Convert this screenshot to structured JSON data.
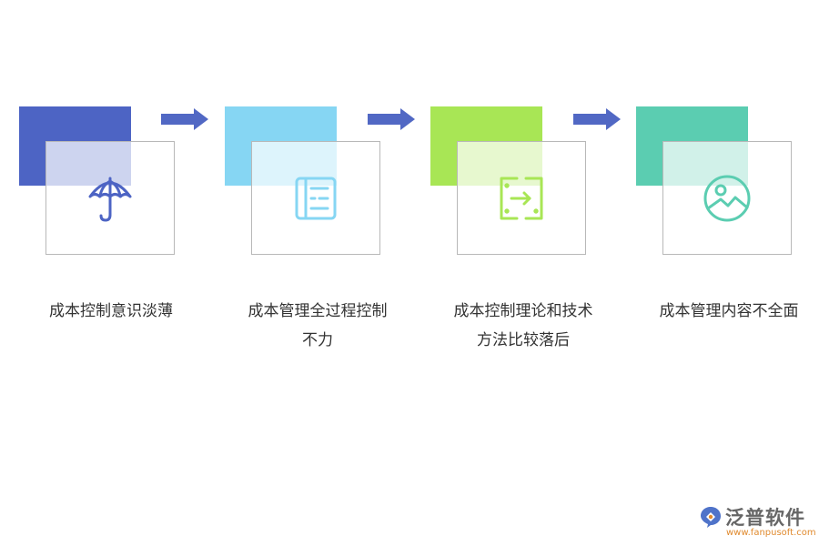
{
  "colors": {
    "step1": "#4d64c4",
    "step2": "#86d6f3",
    "step3": "#a8e655",
    "step4": "#5bcdb1",
    "arrow": "#5168c4",
    "card_border": "#b8b8b8"
  },
  "steps": [
    {
      "label_line1": "成本控制意识淡薄",
      "label_line2": "",
      "icon": "umbrella-icon"
    },
    {
      "label_line1": "成本管理全过程控制",
      "label_line2": "不力",
      "icon": "list-document-icon"
    },
    {
      "label_line1": "成本控制理论和技术",
      "label_line2": "方法比较落后",
      "icon": "transfer-arrow-icon"
    },
    {
      "label_line1": "成本管理内容不全面",
      "label_line2": "",
      "icon": "image-icon"
    }
  ],
  "logo": {
    "name": "泛普软件",
    "url": "www.fanpusoft.com"
  }
}
